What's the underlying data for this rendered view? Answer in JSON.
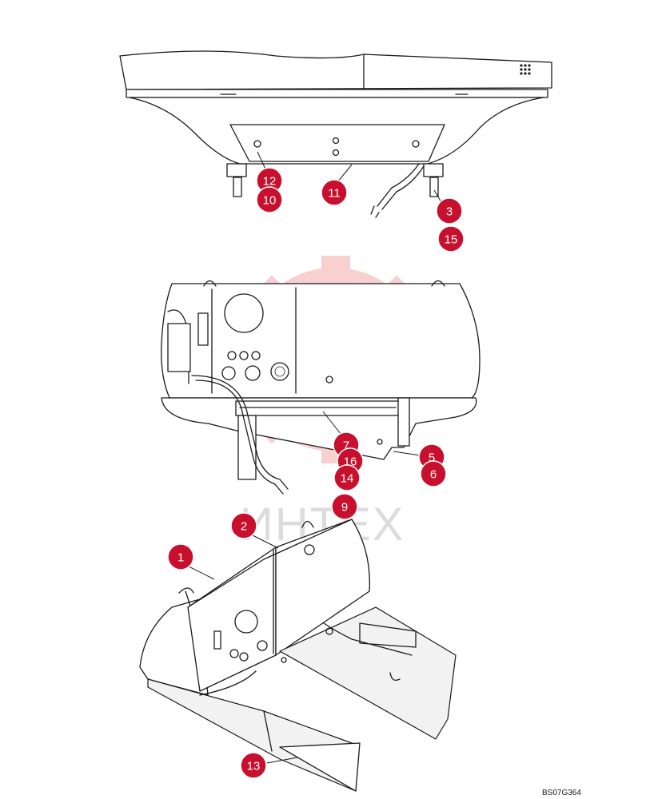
{
  "drawing_code": "BS07G364",
  "watermark_text": "ИНТЕХ",
  "accent_color": "#c8102e",
  "callouts": [
    {
      "label": "12"
    },
    {
      "label": "10"
    },
    {
      "label": "11"
    },
    {
      "label": "3"
    },
    {
      "label": "15"
    },
    {
      "label": "7"
    },
    {
      "label": "16"
    },
    {
      "label": "5"
    },
    {
      "label": "6"
    },
    {
      "label": "14"
    },
    {
      "label": "9"
    },
    {
      "label": "2"
    },
    {
      "label": "1"
    },
    {
      "label": "13"
    }
  ]
}
